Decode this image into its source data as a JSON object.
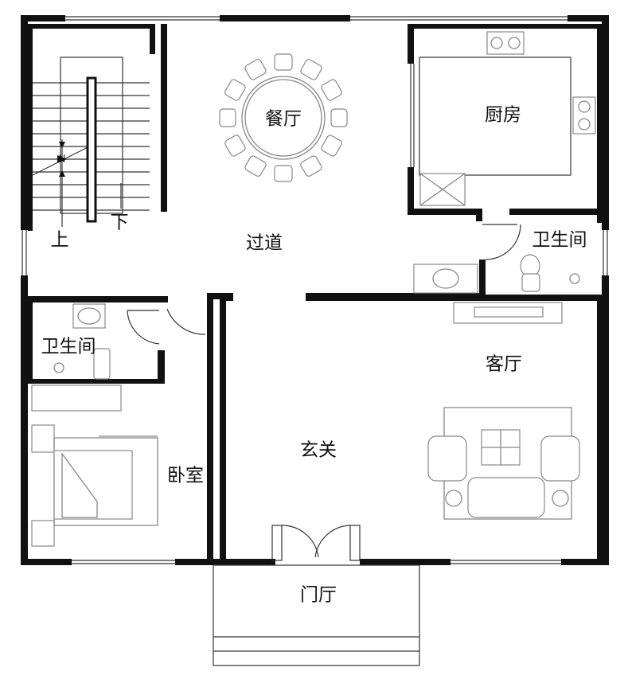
{
  "rooms": {
    "dining": "餐厅",
    "kitchen": "厨房",
    "corridor": "过道",
    "bathroom_right": "卫生间",
    "bathroom_left": "卫生间",
    "living": "客厅",
    "foyer": "玄关",
    "bedroom": "卧室",
    "porch": "门厅"
  },
  "stairs": {
    "up": "上",
    "down": "下"
  },
  "colors": {
    "wall": "#111111",
    "furniture": "#888888",
    "background": "#ffffff"
  }
}
